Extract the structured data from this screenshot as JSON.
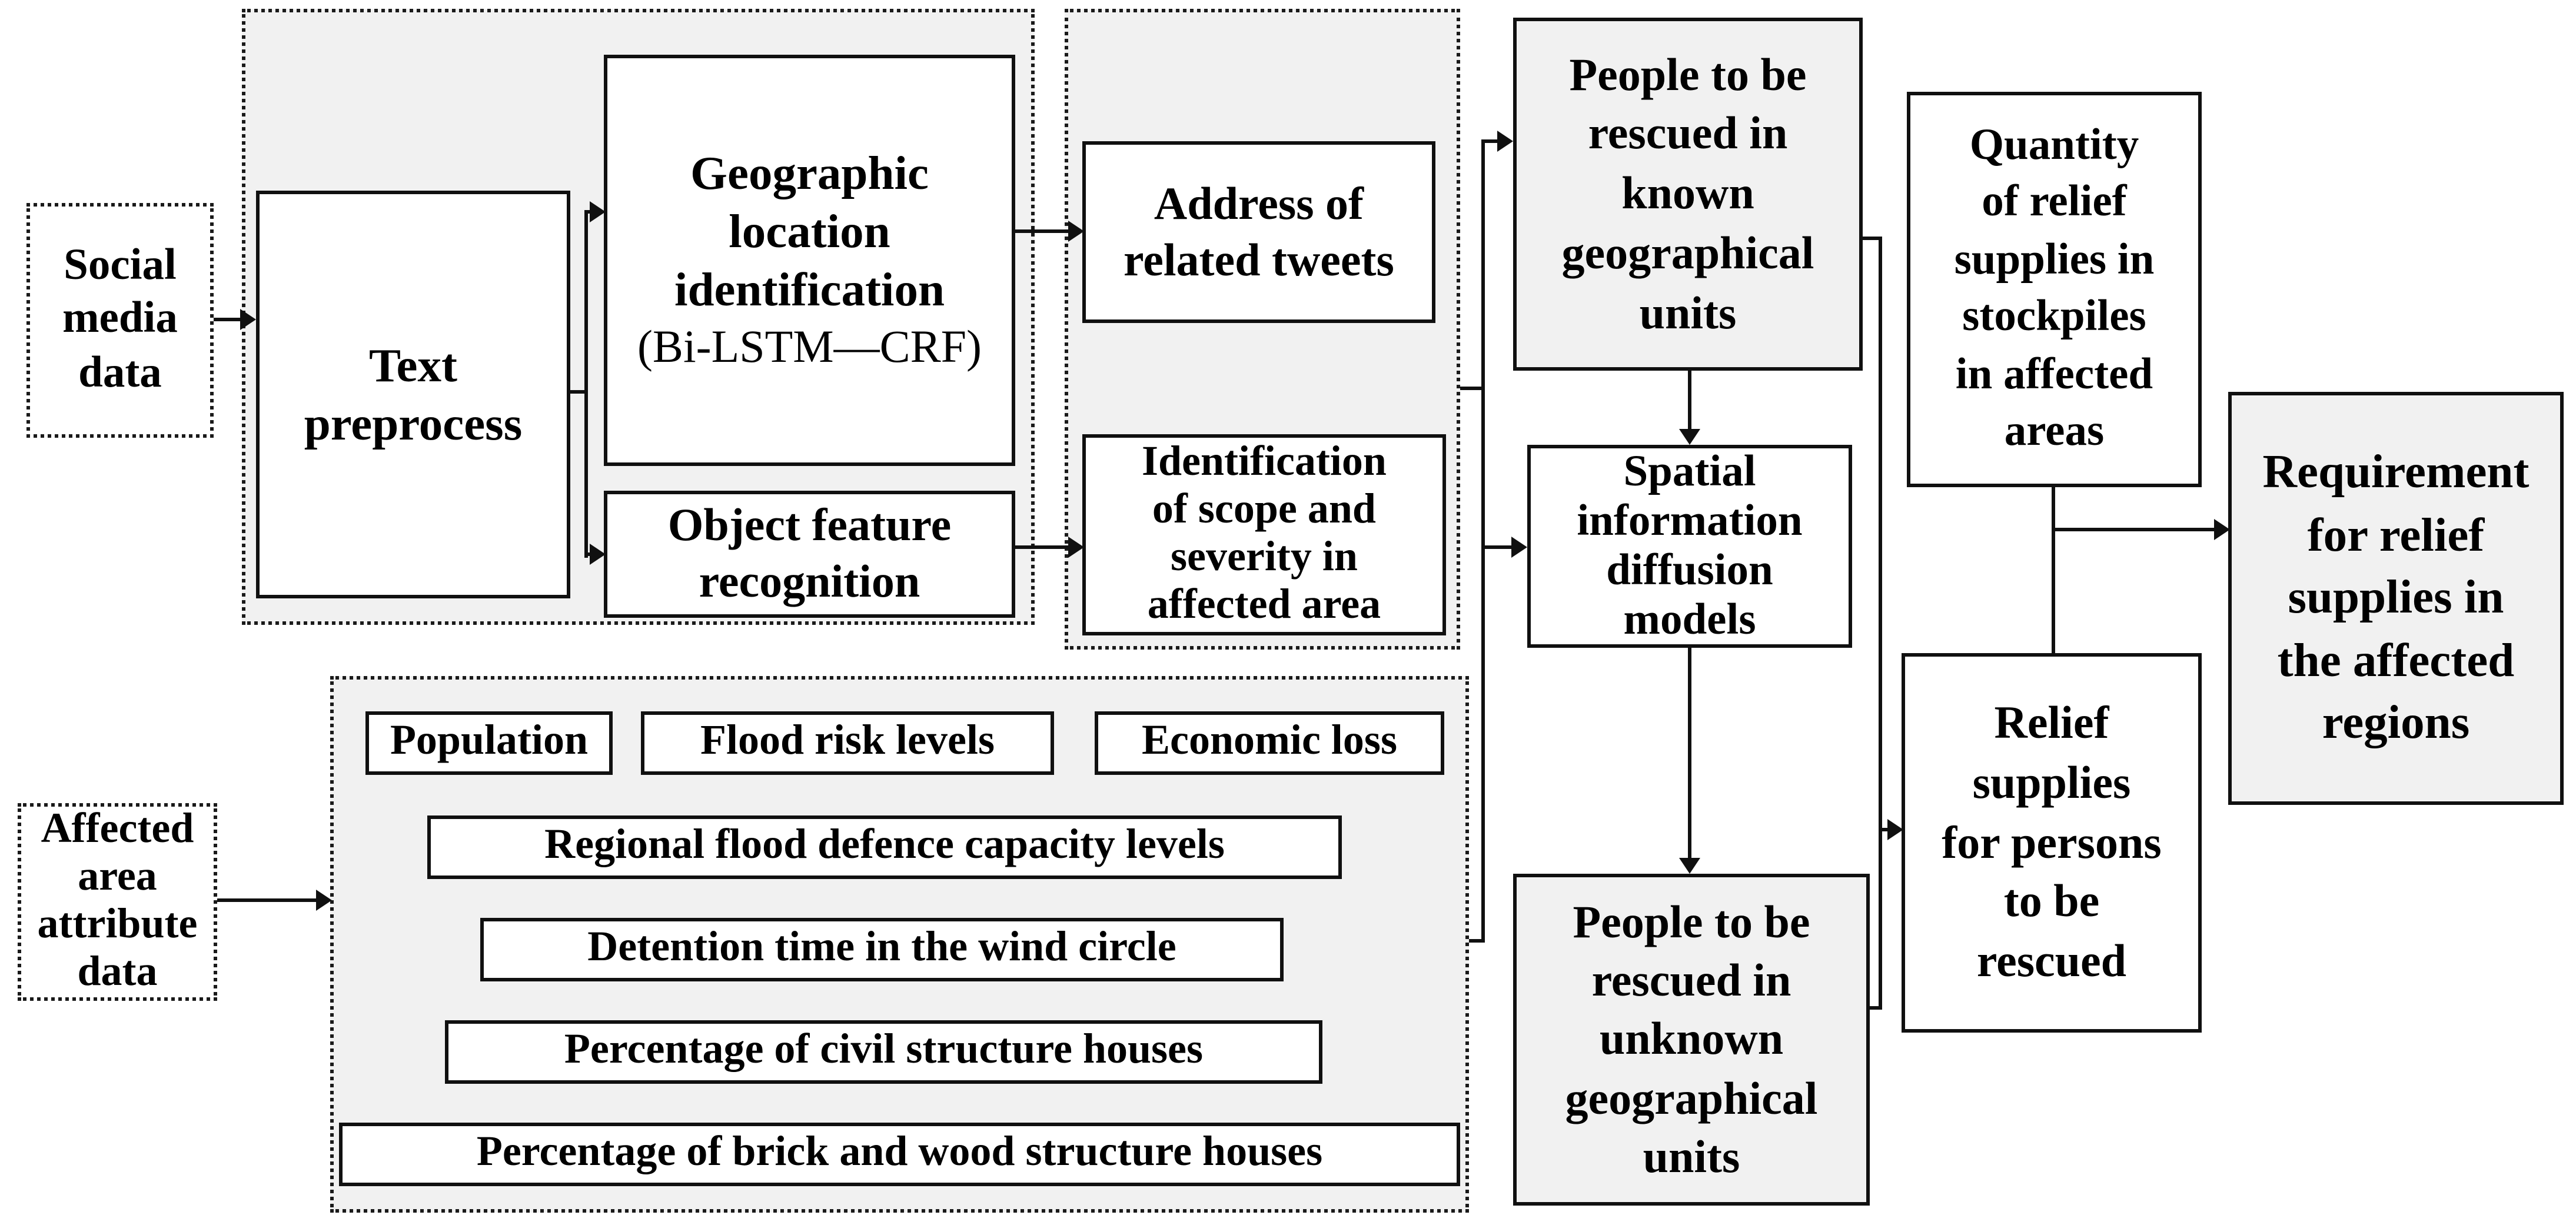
{
  "colors": {
    "background": "#ffffff",
    "box_fill": "#ffffff",
    "shaded_fill": "#f1f1f1",
    "border": "#101010",
    "text": "#000000"
  },
  "nodes": {
    "social_media_data": {
      "label": "Social\nmedia\ndata"
    },
    "text_preprocess": {
      "label": "Text\npreprocess"
    },
    "geographic_location": {
      "label": "Geographic\nlocation\nidentification",
      "sublabel": "(Bi-LSTM—CRF)"
    },
    "object_feature": {
      "label": "Object feature\nrecognition"
    },
    "address_tweets": {
      "label": "Address of\nrelated tweets"
    },
    "identification_scope": {
      "label": "Identification\nof scope and\nseverity in\naffected area"
    },
    "people_known": {
      "label": "People to be\nrescued in\nknown\ngeographical\nunits"
    },
    "spatial_models": {
      "label": "Spatial\ninformation\ndiffusion\nmodels"
    },
    "people_unknown": {
      "label": "People to be\nrescued in\nunknown\ngeographical\nunits"
    },
    "quantity_stockpiles": {
      "label": "Quantity\nof relief\nsupplies in\nstockpiles\nin affected\nareas"
    },
    "relief_persons": {
      "label": "Relief\nsupplies\nfor persons\nto be\nrescued"
    },
    "requirement_regions": {
      "label": "Requirement\nfor relief\nsupplies in\nthe affected\nregions"
    },
    "affected_area_data": {
      "label": "Affected\narea\nattribute\ndata"
    },
    "population": {
      "label": "Population"
    },
    "flood_risk": {
      "label": "Flood risk levels"
    },
    "economic_loss": {
      "label": "Economic loss"
    },
    "regional_defence": {
      "label": "Regional flood defence capacity levels"
    },
    "detention_time": {
      "label": "Detention time in the wind circle"
    },
    "civil_houses": {
      "label": "Percentage of civil structure houses"
    },
    "brick_wood_houses": {
      "label": "Percentage of brick and wood structure houses"
    }
  }
}
